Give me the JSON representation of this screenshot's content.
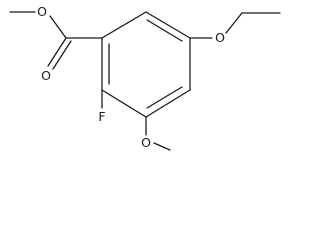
{
  "molecule": {
    "atoms": {
      "ester_ether_oxygen": "O",
      "carbonyl_oxygen": "O",
      "fluorine": "F",
      "methoxy_oxygen": "O",
      "ethoxy_oxygen": "O"
    }
  }
}
